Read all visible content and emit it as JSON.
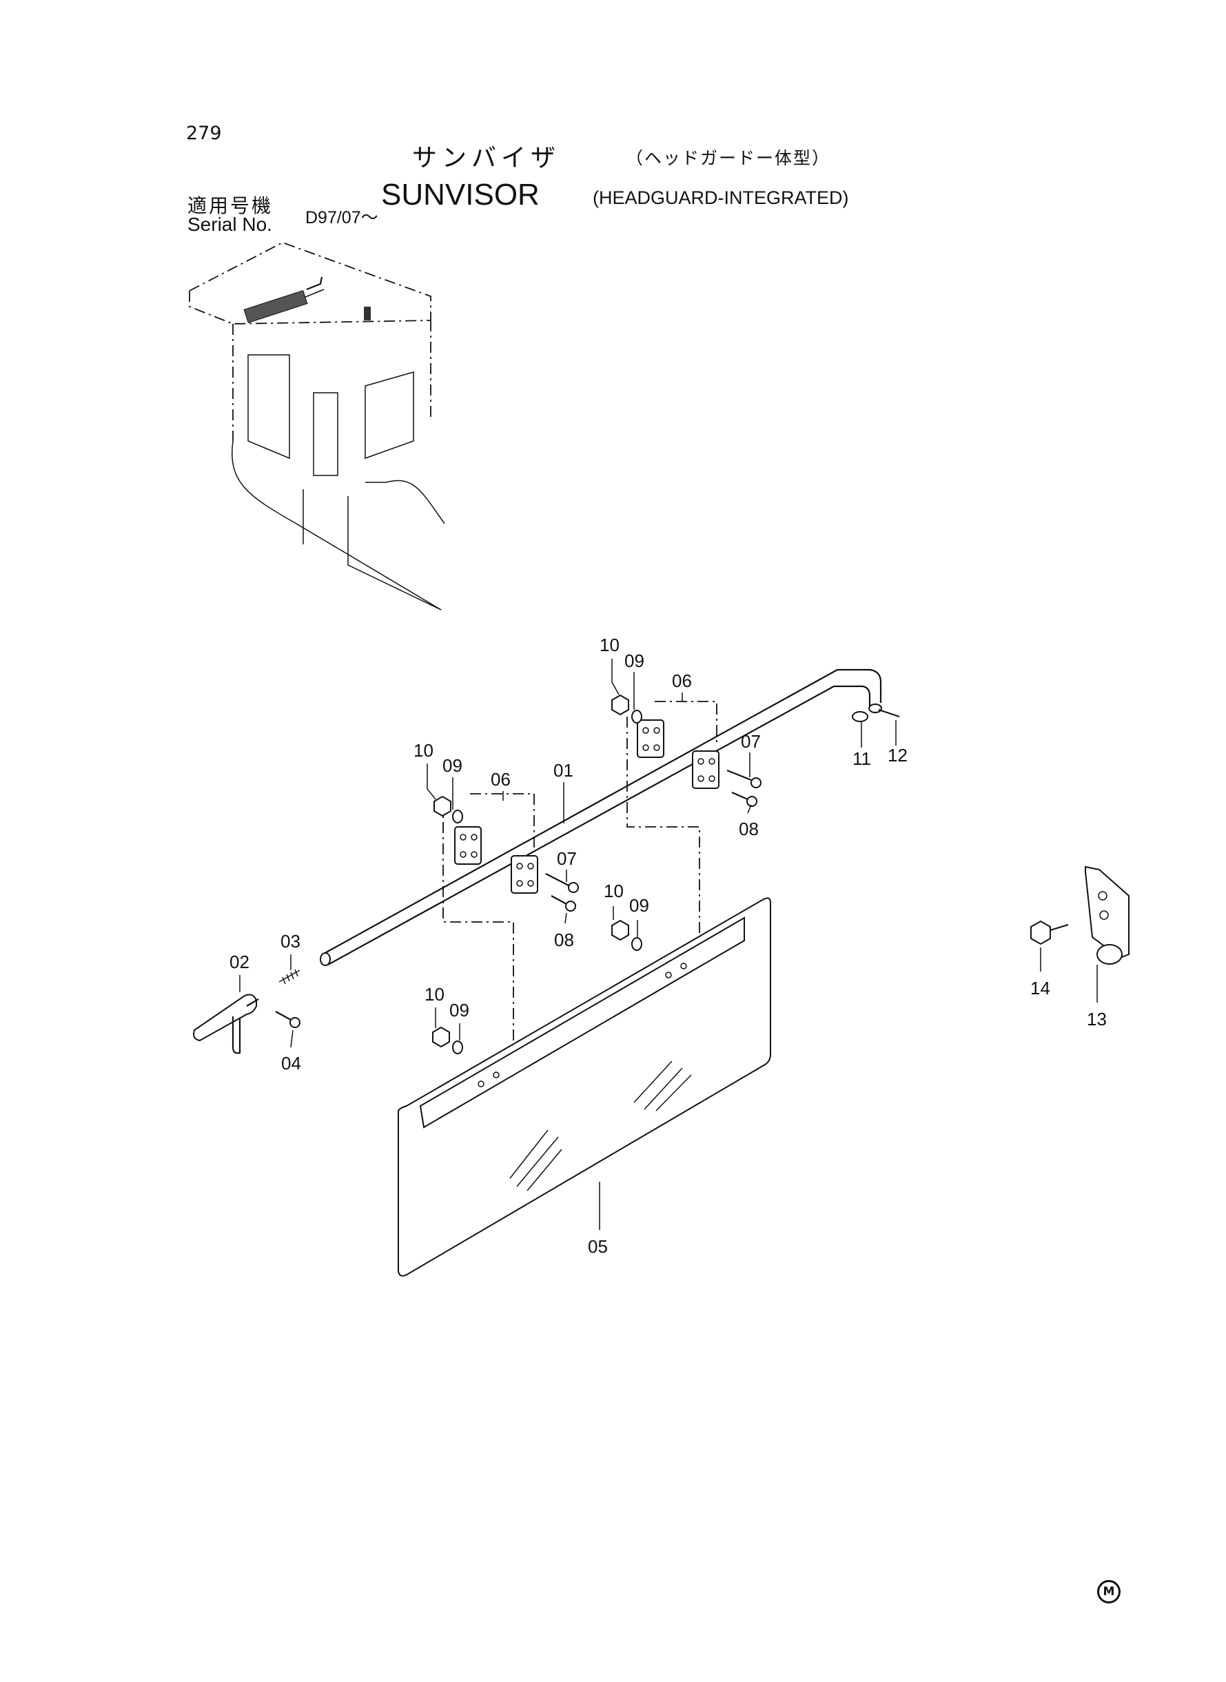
{
  "page_number": "279",
  "title": {
    "jp": "サンバイザ",
    "jp_sub": "（ヘッドガードー体型）",
    "en": "SUNVISOR",
    "en_sub": "(HEADGUARD-INTEGRATED)"
  },
  "serial": {
    "label_jp": "適用号機",
    "label_en": "Serial No.",
    "value": "D97/07～"
  },
  "callouts": {
    "p01": "01",
    "p02": "02",
    "p03": "03",
    "p04": "04",
    "p05": "05",
    "p06a": "06",
    "p06b": "06",
    "p07a": "07",
    "p07b": "07",
    "p08a": "08",
    "p08b": "08",
    "p09a": "09",
    "p09b": "09",
    "p09c": "09",
    "p09d": "09",
    "p10a": "10",
    "p10b": "10",
    "p10c": "10",
    "p10d": "10",
    "p11": "11",
    "p12": "12",
    "p13": "13",
    "p14": "14"
  },
  "maker_mark": "M"
}
